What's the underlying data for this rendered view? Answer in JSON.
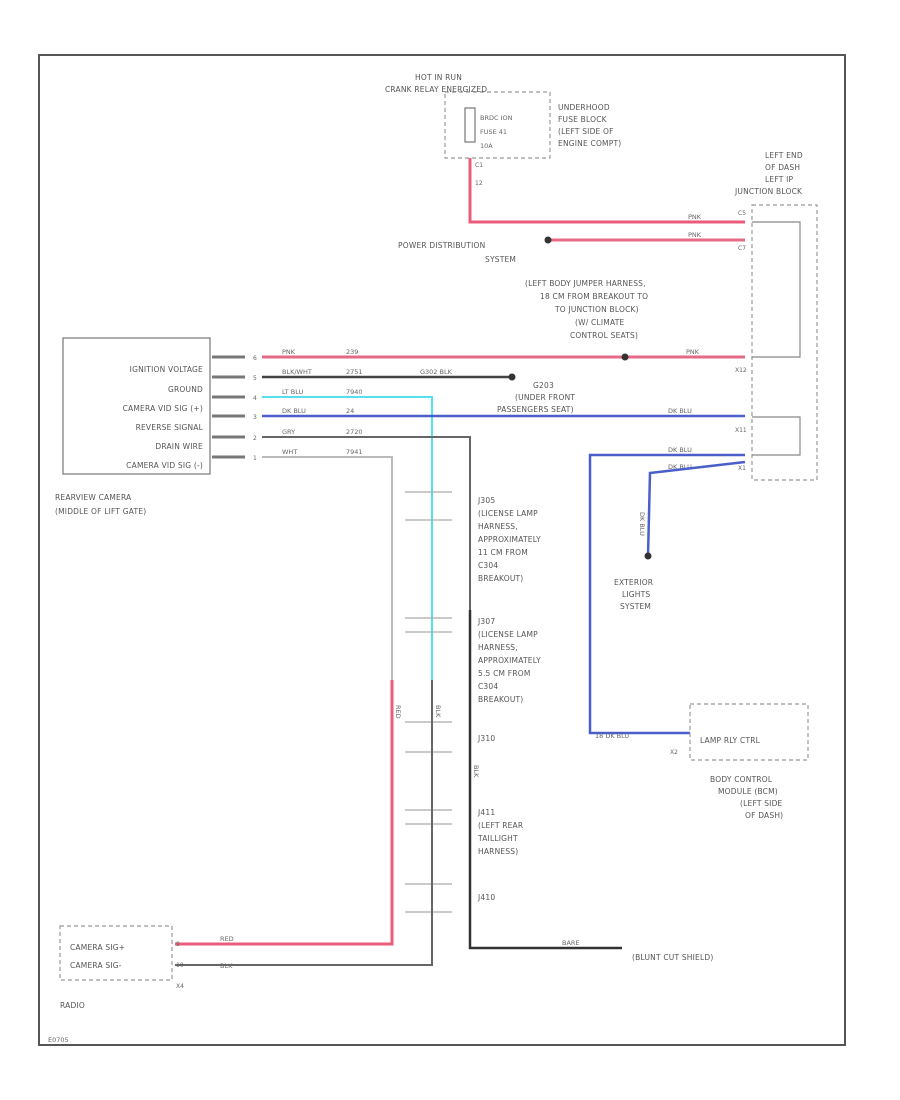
{
  "power": {
    "hot_line1": "HOT IN RUN",
    "hot_line2": "CRANK RELAY ENERGIZED",
    "fuse_line1": "BRDC ION",
    "fuse_line2": "FUSE 41",
    "fuse_line3": "10A",
    "fuse_pin": "C1",
    "fuse_pin2": "12",
    "underhood_line1": "UNDERHOOD",
    "underhood_line2": "FUSE BLOCK",
    "underhood_line3": "(LEFT SIDE OF",
    "underhood_line4": "ENGINE COMPT)"
  },
  "junction": {
    "line1": "LEFT END",
    "line2": "OF DASH",
    "line3": "LEFT IP",
    "line4": "JUNCTION BLOCK",
    "pin_top": "C5",
    "pin_top2": "C7",
    "pin_mid": "X12",
    "pin_low": "X11",
    "pin_low2": "X1"
  },
  "power_dist": {
    "line1": "POWER DISTRIBUTION",
    "line2": "SYSTEM",
    "wire1": "PNK",
    "wire2": "PNK"
  },
  "jumper": {
    "line1": "(LEFT BODY JUMPER HARNESS,",
    "line2": "18 CM FROM BREAKOUT TO",
    "line3": "TO JUNCTION BLOCK)",
    "line4": "(W/ CLIMATE",
    "line5": "CONTROL SEATS)"
  },
  "camera": {
    "pins": [
      "IGNITION VOLTAGE",
      "GROUND",
      "CAMERA VID SIG (+)",
      "REVERSE SIGNAL",
      "DRAIN WIRE",
      "CAMERA VID SIG (-)"
    ],
    "pin_nums": [
      "6",
      "5",
      "4",
      "3",
      "2",
      "1"
    ],
    "wire_colors": [
      "PNK",
      "BLK/WHT",
      "LT BLU",
      "DK BLU",
      "GRY",
      "WHT"
    ],
    "circuits": [
      "239",
      "2751",
      "7940",
      "24",
      "2720",
      "7941"
    ],
    "label1": "REARVIEW CAMERA",
    "label2": "(MIDDLE OF LIFT GATE)"
  },
  "ground": {
    "splice": "G302 BLK",
    "label1": "G203",
    "label2": "(UNDER FRONT",
    "label3": "PASSENGERS SEAT)",
    "wire_dk_blu1": "DK BLU",
    "wire_dk_blu2": "DK BLU",
    "wire_dk_blu3": "DK BLU",
    "pnk2": "PNK"
  },
  "harness": {
    "j1_1": "J305",
    "j1_2": "(LICENSE LAMP",
    "j1_3": "HARNESS,",
    "j1_4": "APPROXIMATELY",
    "j1_5": "11 CM FROM",
    "j1_6": "C304",
    "j1_7": "BREAKOUT)",
    "j2_1": "J307",
    "j2_2": "(LICENSE LAMP",
    "j2_3": "HARNESS,",
    "j2_4": "APPROXIMATELY",
    "j2_5": "5.5 CM FROM",
    "j2_6": "C304",
    "j2_7": "BREAKOUT)",
    "j3": "J310",
    "j4_1": "J411",
    "j4_2": "(LEFT REAR",
    "j4_3": "TAILLIGHT",
    "j4_4": "HARNESS)",
    "j5": "J410",
    "bare": "BARE",
    "bare_label": "(BLUNT CUT SHIELD)",
    "red": "RED",
    "blk": "BLK",
    "blk2": "BLK",
    "red2": "RED",
    "blk3": "BLK"
  },
  "exterior": {
    "line1": "EXTERIOR",
    "line2": "LIGHTS",
    "line3": "SYSTEM",
    "wire": "DK BLU"
  },
  "bcm": {
    "pin_label": "LAMP RLY CTRL",
    "pin_num": "X2",
    "wire": "18 DK BLU",
    "line1": "BODY CONTROL",
    "line2": "MODULE (BCM)",
    "line3": "(LEFT SIDE",
    "line4": "OF DASH)"
  },
  "radio": {
    "pin1": "CAMERA SIG+",
    "pin2": "CAMERA SIG-",
    "pin_num1": "9",
    "pin_num2": "10",
    "conn": "X4",
    "label": "RADIO"
  },
  "footer": "E0705"
}
